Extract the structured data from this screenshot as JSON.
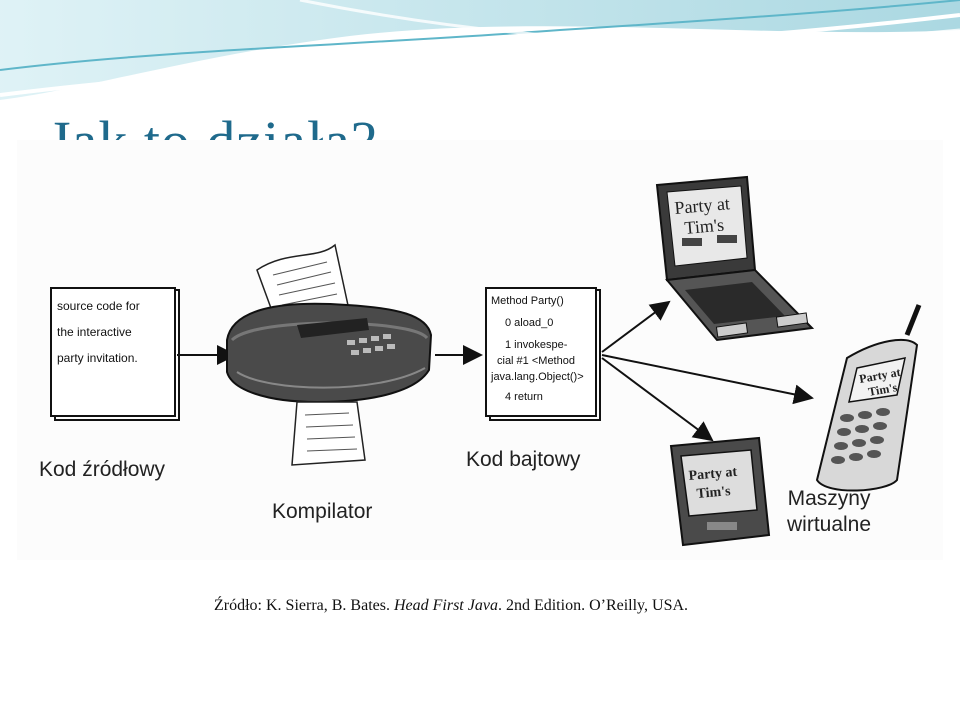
{
  "slide": {
    "title": "Jak to działa?"
  },
  "diagram": {
    "source_doc": {
      "lines": [
        "source code for",
        "the interactive",
        "party invitation."
      ]
    },
    "bytecode_doc": {
      "lines": [
        "Method Party()",
        "0 aload_0",
        "1 invokespe-",
        "cial #1 <Method",
        "java.lang.Object()>",
        "4 return"
      ]
    },
    "labels": {
      "source": "Kod źródłowy",
      "compiler": "Kompilator",
      "bytecode": "Kod bajtowy",
      "vm_line1": "Maszyny",
      "vm_line2": "wirtualne"
    },
    "screens": {
      "laptop_line1": "Party at",
      "laptop_line2": "Tim's",
      "phone_line1": "Party at",
      "phone_line2": "Tim's",
      "pda_line1": "Party at",
      "pda_line2": "Tim's"
    }
  },
  "caption": {
    "prefix": "Źródło: K. Sierra, B. Bates. ",
    "book": "Head First Java",
    "suffix": ". 2nd Edition. O’Reilly, USA."
  }
}
